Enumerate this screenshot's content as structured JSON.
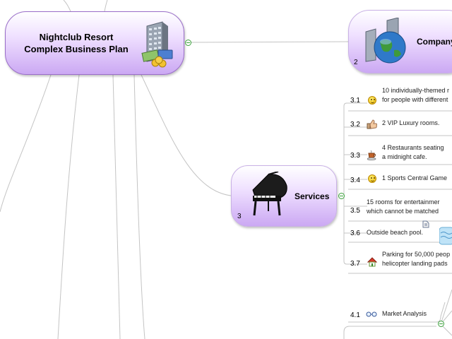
{
  "root": {
    "title_line1": "Nightclub Resort",
    "title_line2": "Complex Business Plan"
  },
  "company": {
    "title": "Company",
    "number": "2"
  },
  "services": {
    "title": "Services",
    "number": "3",
    "items": [
      {
        "num": "3.1",
        "icon": "smiley-icon",
        "lines": [
          "10 individually-themed r",
          "for people with different"
        ]
      },
      {
        "num": "3.2",
        "icon": "thumbs-up-icon",
        "lines": [
          "2 VIP Luxury rooms."
        ]
      },
      {
        "num": "3.3",
        "icon": "coffee-cup-icon",
        "lines": [
          "4 Restaurants seating",
          "a midnight cafe."
        ]
      },
      {
        "num": "3.4",
        "icon": "smiley-icon",
        "lines": [
          "1 Sports Central Game"
        ]
      },
      {
        "num": "3.5",
        "icon": "",
        "lines": [
          "15 rooms for entertainmer",
          "which cannot be matched"
        ]
      },
      {
        "num": "3.6",
        "icon": "pool-icon",
        "lines": [
          "Outside beach pool."
        ]
      },
      {
        "num": "3.7",
        "icon": "house-icon",
        "lines": [
          "Parking for 50,000 peop",
          "helicopter landing pads"
        ]
      }
    ]
  },
  "market": {
    "num": "4.1",
    "icon": "glasses-icon",
    "label": "Market Analysis"
  },
  "colors": {
    "node_border": "#9a6ec9",
    "node_fill": "#cba8f3",
    "collapse": "#3aa03a",
    "link": "#c8c8c8"
  }
}
